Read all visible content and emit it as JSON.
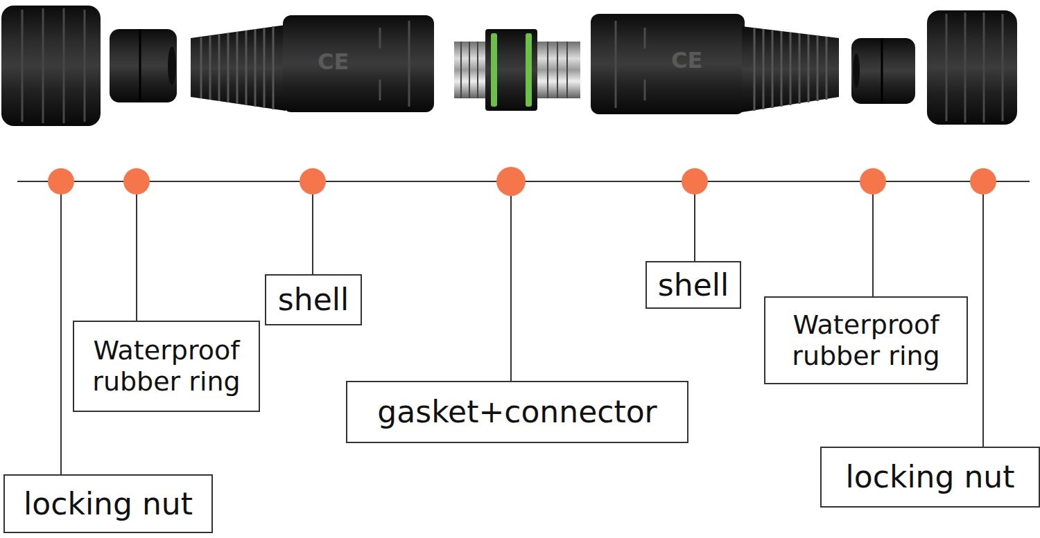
{
  "diagram": {
    "nodes": [
      {
        "text": [
          "locking nut"
        ]
      },
      {
        "text": [
          "Waterproof rubber ring"
        ]
      },
      {
        "text": [
          "shell"
        ]
      },
      {
        "text": [
          "gasket+connector"
        ]
      },
      {
        "text": [
          "shell"
        ]
      },
      {
        "text": [
          "Waterproof rubber ring"
        ]
      },
      {
        "text": [
          "locking nut"
        ]
      }
    ],
    "labels": [
      "CE",
      "CE"
    ]
  }
}
